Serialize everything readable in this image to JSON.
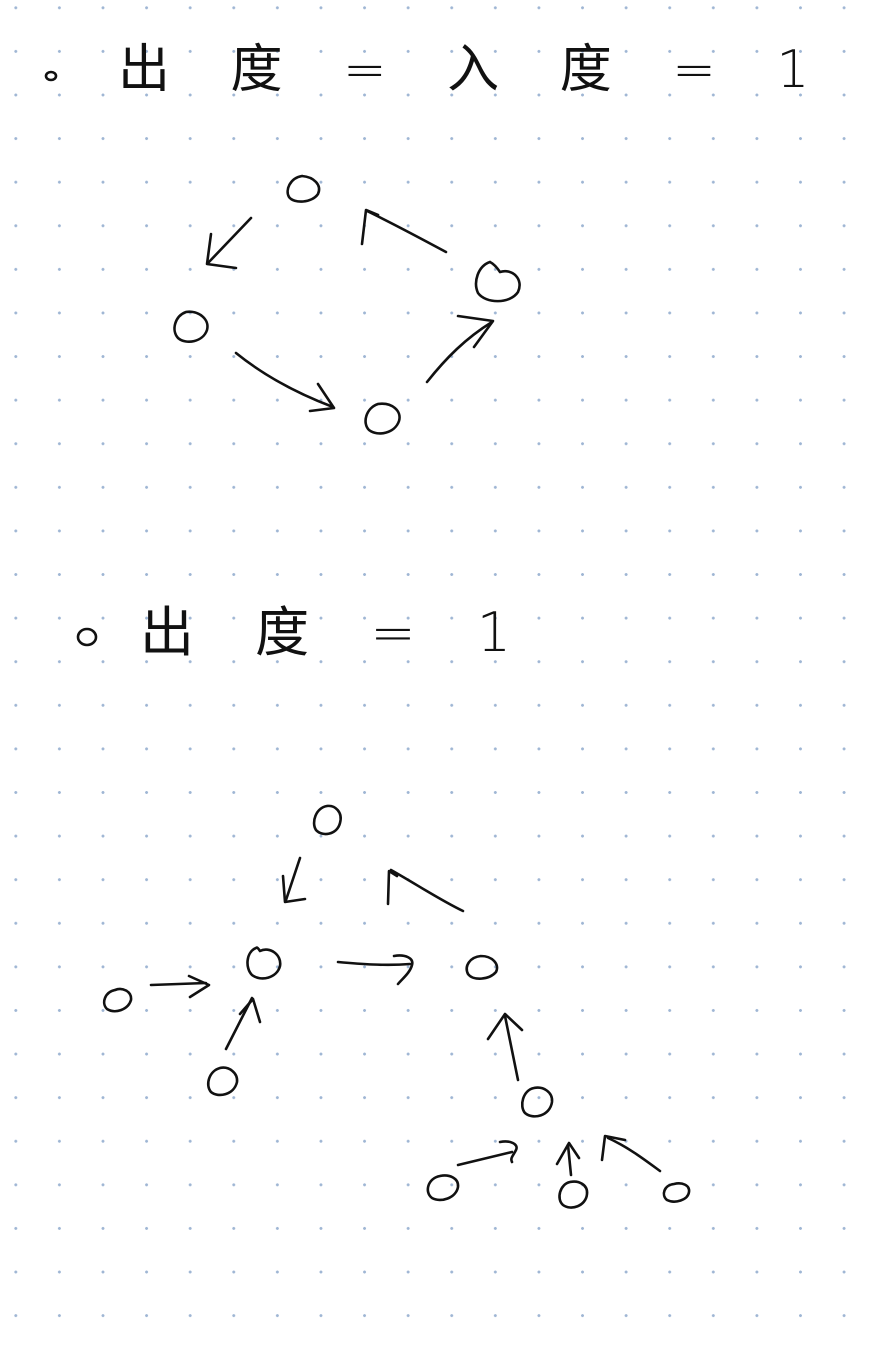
{
  "sections": [
    {
      "heading": "出 度 = 入 度 = 1"
    },
    {
      "heading": "出 度 = 1"
    }
  ],
  "colors": {
    "ink": "#111111",
    "grid_dot": "#9fb6d4",
    "paper": "#ffffff"
  },
  "icons": [
    "bullet-circle",
    "graph-node-circle",
    "arrow"
  ]
}
